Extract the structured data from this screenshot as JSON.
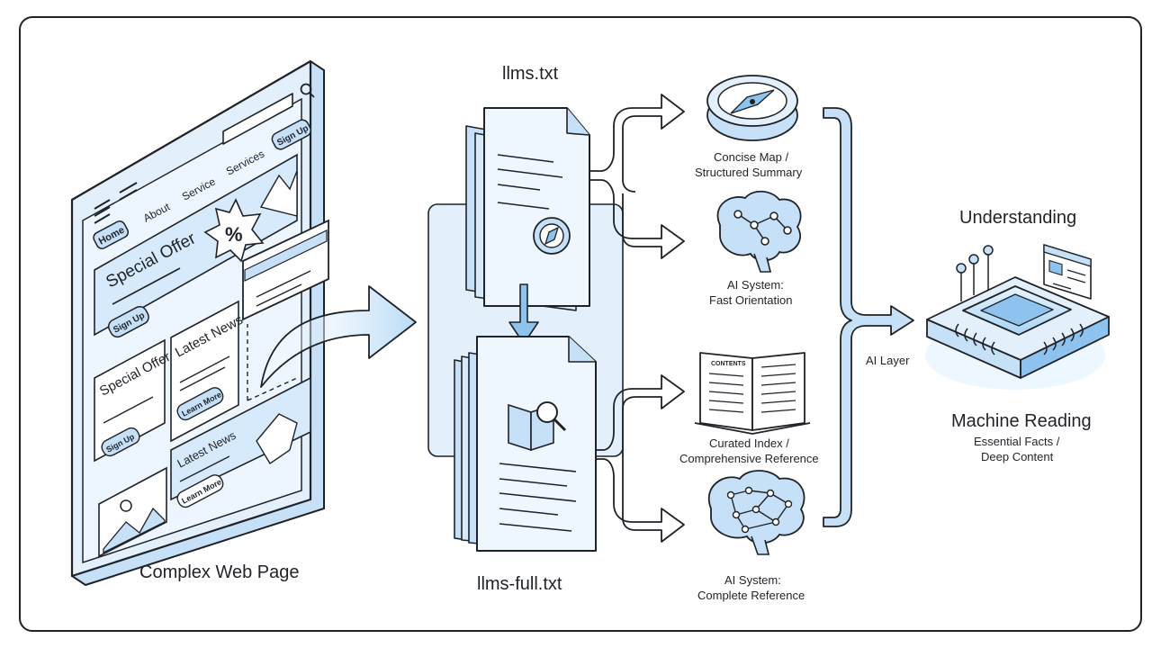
{
  "colors": {
    "outline": "#1f2328",
    "fill_light": "#e3f0fc",
    "fill_mid": "#c6e0f8",
    "accent": "#8ec3ef",
    "white": "#ffffff"
  },
  "web_page": {
    "label": "Complex Web Page",
    "nav": [
      "Home",
      "About",
      "Service",
      "Services"
    ],
    "signup_top": "Sign Up",
    "hero_title": "Special Offer",
    "hero_button": "Sign Up",
    "card_latest": "Latest News",
    "card_learn": "Learn More",
    "card_special": "Special Offer",
    "card_signup": "Sign Up",
    "footer_latest": "Latest News",
    "footer_learn": "Learn More",
    "badge": "%"
  },
  "files": {
    "llms": "llms.txt",
    "llms_full": "llms-full.txt"
  },
  "outputs": [
    {
      "id": "map",
      "line1": "Concise Map /",
      "line2": "Structured Summary",
      "icon": "compass-icon"
    },
    {
      "id": "fast",
      "line1": "AI System:",
      "line2": "Fast Orientation",
      "icon": "brain-icon"
    },
    {
      "id": "index",
      "line1": "Curated Index /",
      "line2": "Comprehensive Reference",
      "icon": "open-book-icon",
      "book_heading": "CONTENTS"
    },
    {
      "id": "complete",
      "line1": "AI System:",
      "line2": "Complete Reference",
      "icon": "brain-network-icon"
    }
  ],
  "ai_layer": "AI Layer",
  "result": {
    "top": "Understanding",
    "bottom": "Machine Reading",
    "sub1": "Essential Facts /",
    "sub2": "Deep Content"
  }
}
